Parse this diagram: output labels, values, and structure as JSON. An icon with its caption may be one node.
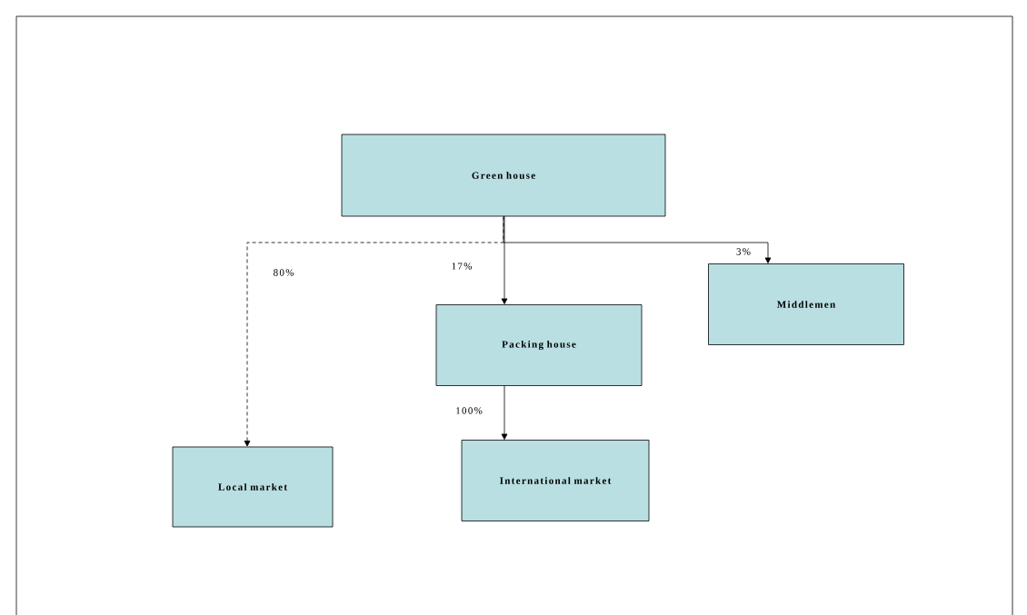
{
  "diagram": {
    "nodes": [
      {
        "text": [
          "Green house"
        ]
      },
      {
        "text": [
          "Middlemen"
        ]
      },
      {
        "text": [
          "Packing house"
        ]
      },
      {
        "text": [
          "Local market"
        ]
      },
      {
        "text": [
          "International market"
        ]
      }
    ],
    "edges": [
      {
        "from": 0,
        "to": 3,
        "arrow": "to",
        "label": "80%",
        "style": "dashed"
      },
      {
        "from": 0,
        "to": 2,
        "arrow": "to",
        "label": "17%"
      },
      {
        "from": 0,
        "to": 1,
        "arrow": "to",
        "label": "3%"
      },
      {
        "from": 2,
        "to": 4,
        "arrow": "to",
        "label": "100%"
      }
    ]
  }
}
